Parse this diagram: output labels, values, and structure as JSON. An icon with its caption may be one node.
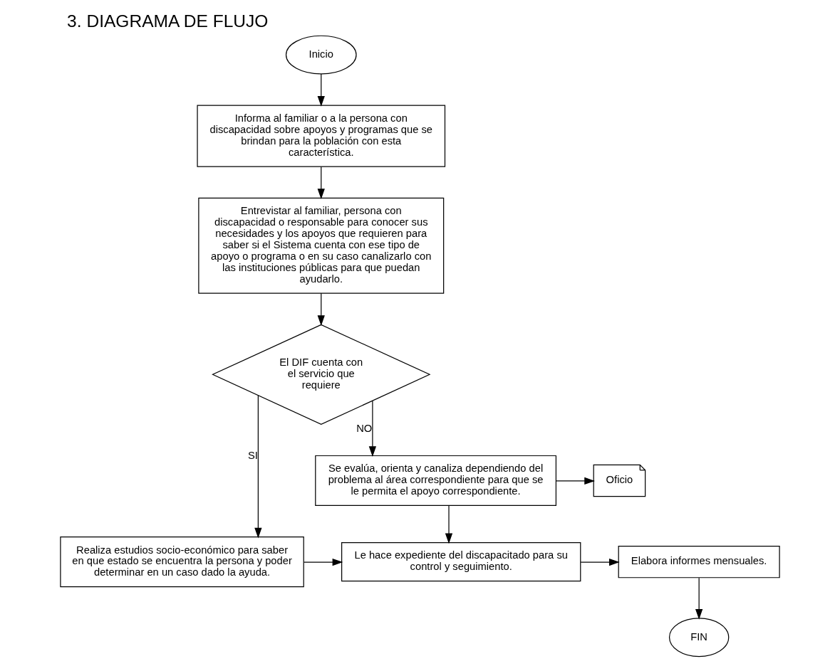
{
  "diagram": {
    "title": "3. DIAGRAMA DE FLUJO",
    "nodes": [
      {
        "text": [
          "Inicio"
        ]
      },
      {
        "text": [
          "Informa al familiar o a la persona con discapacidad sobre apoyos y programas que se brindan para la población con esta característica."
        ]
      },
      {
        "text": [
          "Entrevistar al familiar, persona con discapacidad o responsable para conocer sus necesidades y los apoyos que requieren para saber si el Sistema cuenta con ese tipo de apoyo o programa o en su caso canalizarlo con las instituciones públicas para que puedan ayudarlo."
        ]
      },
      {
        "text": [
          "El DIF cuenta con el servicio que requiere"
        ]
      },
      {
        "text": [
          "Se evalúa, orienta y canaliza dependiendo del problema al área correspondiente para que se le permita el apoyo correspondiente."
        ]
      },
      {
        "text": [
          "Oficio"
        ]
      },
      {
        "text": [
          "Realiza estudios socio-económico para saber en que estado se encuentra la persona y poder determinar en un caso dado la ayuda."
        ]
      },
      {
        "text": [
          "Le hace expediente del discapacitado para su control y seguimiento."
        ]
      },
      {
        "text": [
          "Elabora informes mensuales."
        ]
      },
      {
        "text": [
          "FIN"
        ]
      }
    ],
    "edges": [
      {
        "from": 0,
        "to": 1,
        "arrow": "to"
      },
      {
        "from": 1,
        "to": 2,
        "arrow": "to"
      },
      {
        "from": 2,
        "to": 3,
        "arrow": "to"
      },
      {
        "from": 3,
        "to": 4,
        "arrow": "to",
        "label": "NO"
      },
      {
        "from": 4,
        "to": 5,
        "arrow": "to"
      },
      {
        "from": 3,
        "to": 6,
        "arrow": "to",
        "label": "SI"
      },
      {
        "from": 4,
        "to": 7,
        "arrow": "to"
      },
      {
        "from": 6,
        "to": 7,
        "arrow": "to"
      },
      {
        "from": 7,
        "to": 8,
        "arrow": "to"
      },
      {
        "from": 8,
        "to": 9,
        "arrow": "to"
      }
    ]
  }
}
